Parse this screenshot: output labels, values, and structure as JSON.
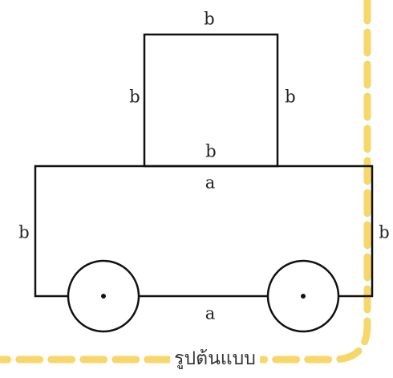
{
  "labels": {
    "top_square_top": "b",
    "top_square_left": "b",
    "top_square_right": "b",
    "top_square_bottom": "b",
    "body_top": "a",
    "body_left": "b",
    "body_right": "b",
    "body_bottom": "a"
  },
  "caption": "รูปต้นแบบ",
  "colors": {
    "border_dash": "#f7d76a",
    "line": "#111111",
    "background": "#ffffff"
  }
}
